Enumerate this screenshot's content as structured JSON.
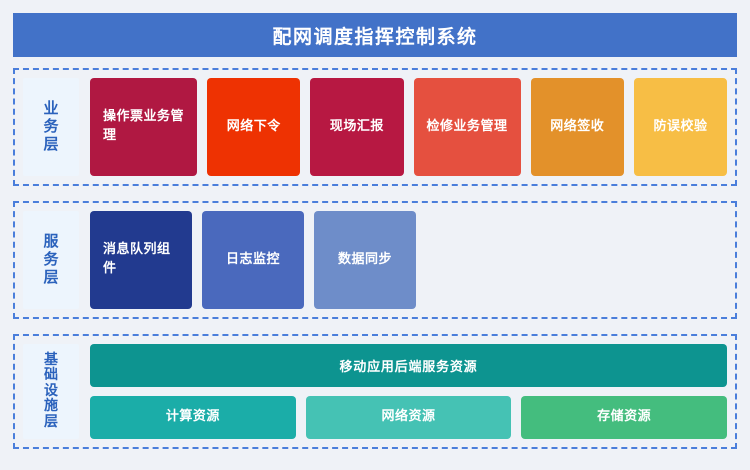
{
  "header": {
    "title": "配网调度指挥控制系统",
    "background": "#4272c8",
    "text_color": "#ffffff"
  },
  "theme": {
    "page_background": "#eff2f7",
    "section_border": "#4a7edb",
    "layer_label_bg": "#edf5fd",
    "layer_label_text": "#2b62bc"
  },
  "layers": [
    {
      "name": "business-layer",
      "label": "业务层",
      "label_chars": [
        "业",
        "务",
        "层"
      ],
      "cards": [
        {
          "label": "操作票业务管理",
          "color": "#b01842",
          "wrap": true
        },
        {
          "label": "网络下令",
          "color": "#ee3202",
          "wrap": false
        },
        {
          "label": "现场汇报",
          "color": "#b71842",
          "wrap": false
        },
        {
          "label": "检修业务管理",
          "color": "#e5503f",
          "wrap": true
        },
        {
          "label": "网络签收",
          "color": "#e3912a",
          "wrap": false
        },
        {
          "label": "防误校验",
          "color": "#f7be45",
          "wrap": false
        }
      ]
    },
    {
      "name": "service-layer",
      "label": "服务层",
      "label_chars": [
        "服",
        "务",
        "层"
      ],
      "cards": [
        {
          "label": "消息队列组件",
          "color": "#223a8f",
          "wrap": true
        },
        {
          "label": "日志监控",
          "color": "#4a69bd",
          "wrap": false
        },
        {
          "label": "数据同步",
          "color": "#6e8dc9",
          "wrap": false
        }
      ]
    },
    {
      "name": "infrastructure-layer",
      "label": "基础设施层",
      "label_chars": [
        "基",
        "础",
        "设",
        "施",
        "层"
      ],
      "wide_card": {
        "label": "移动应用后端服务资源",
        "color": "#0d9490"
      },
      "cards": [
        {
          "label": "计算资源",
          "color": "#1bada8"
        },
        {
          "label": "网络资源",
          "color": "#45c2b4"
        },
        {
          "label": "存储资源",
          "color": "#44bd7e"
        }
      ]
    }
  ]
}
